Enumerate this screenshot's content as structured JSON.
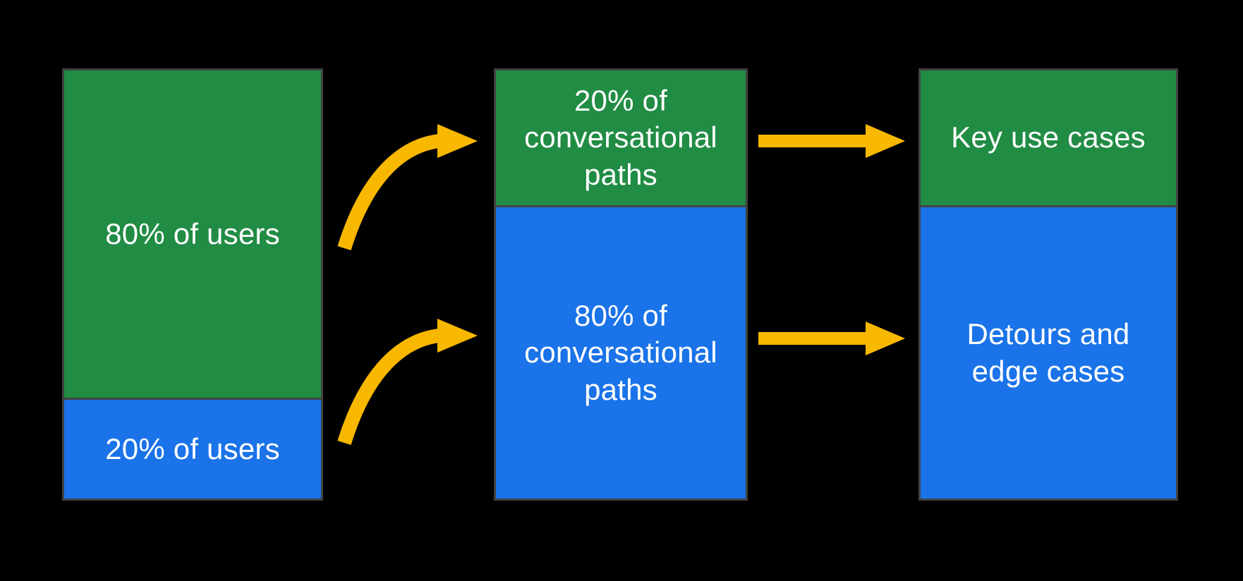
{
  "diagram": {
    "description": "Pareto flow diagram: users to conversational paths to outcomes",
    "colors": {
      "green": "#218C44",
      "blue": "#1A73E8",
      "arrow_yellow": "#F9B800",
      "column_border": "#424242",
      "label_text": "#FFFFFF",
      "background": "#000000"
    },
    "columns": [
      {
        "name": "users",
        "segments": [
          {
            "color_key": "green",
            "share": "80%",
            "label": "80% of users"
          },
          {
            "color_key": "blue",
            "share": "20%",
            "label": "20% of users"
          }
        ]
      },
      {
        "name": "conversational-paths",
        "segments": [
          {
            "color_key": "green",
            "share": "20%",
            "label": "20% of\nconversational\npaths"
          },
          {
            "color_key": "blue",
            "share": "80%",
            "label": "80% of\nconversational\npaths"
          }
        ]
      },
      {
        "name": "outcomes",
        "segments": [
          {
            "color_key": "green",
            "label": "Key use cases"
          },
          {
            "color_key": "blue",
            "label": "Detours and\nedge cases"
          }
        ]
      }
    ],
    "arrows": [
      {
        "name": "curved-arrow-80-users-to-20-paths",
        "type": "curved"
      },
      {
        "name": "curved-arrow-20-users-to-80-paths",
        "type": "curved"
      },
      {
        "name": "straight-arrow-20-paths-to-key-use-cases",
        "type": "straight"
      },
      {
        "name": "straight-arrow-80-paths-to-detours",
        "type": "straight"
      }
    ]
  }
}
